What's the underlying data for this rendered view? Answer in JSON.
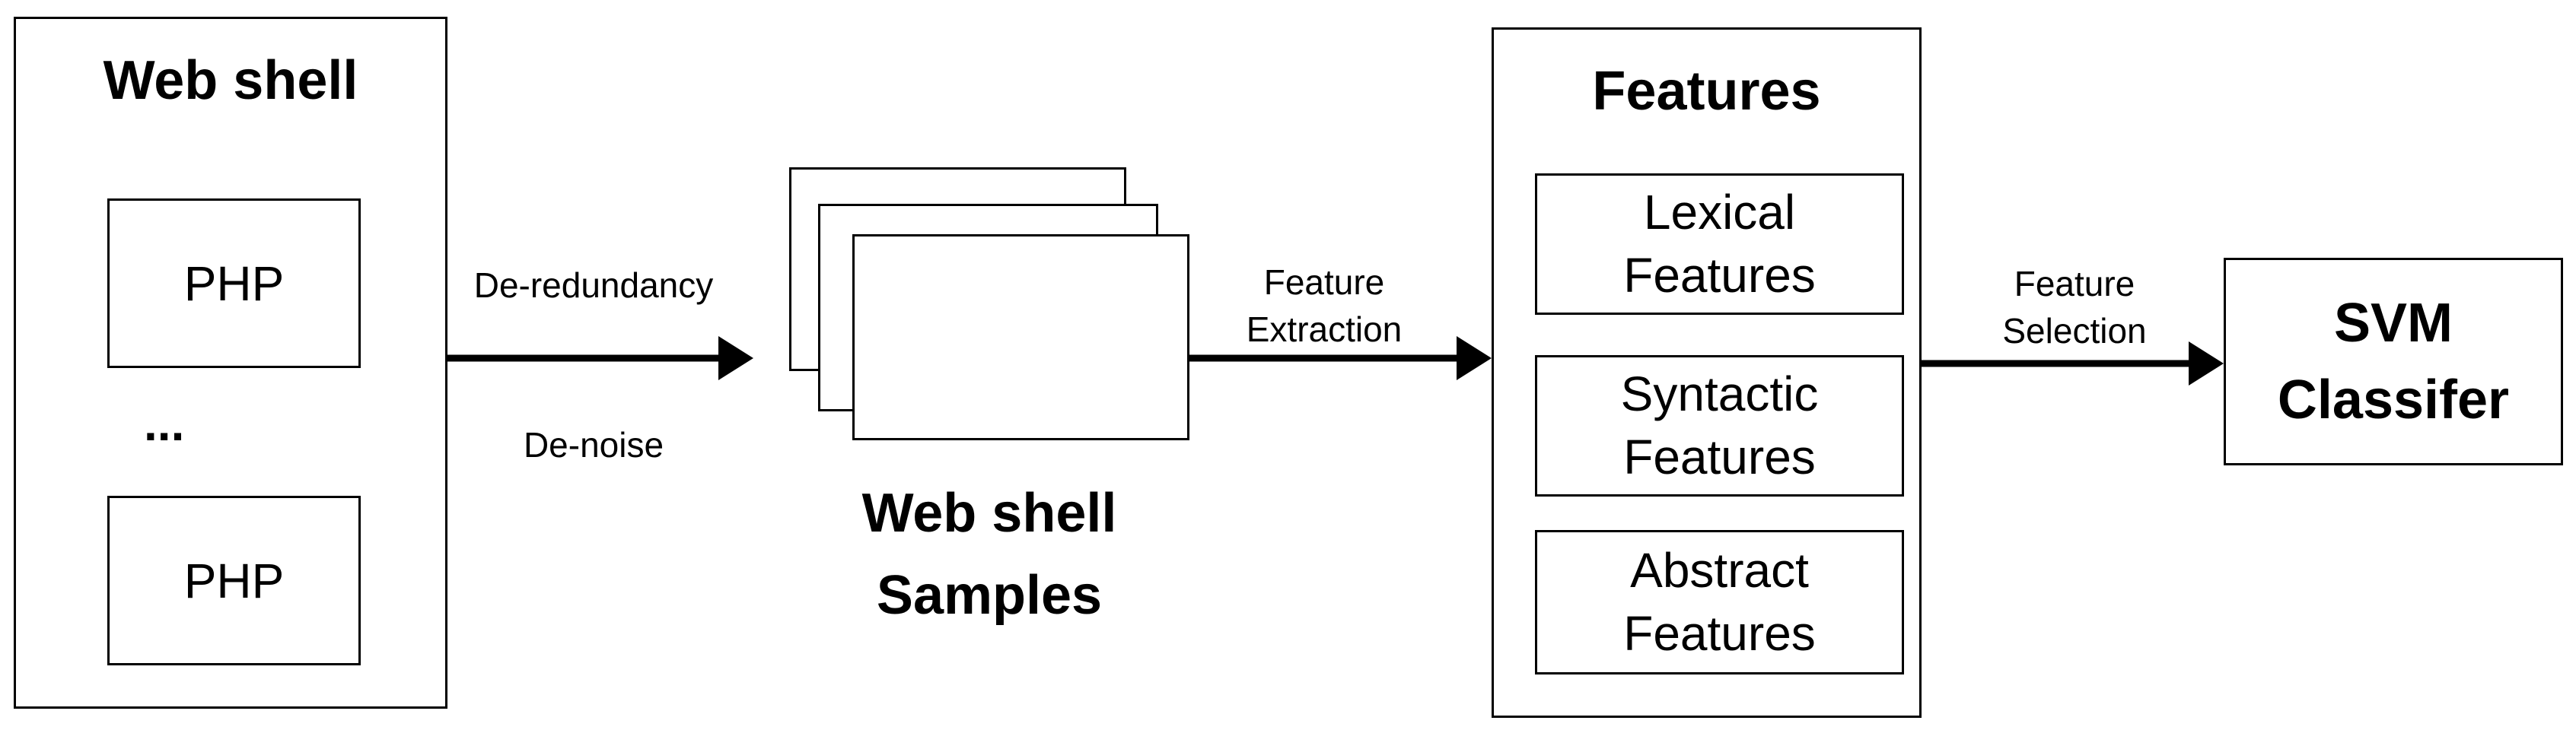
{
  "web_shell": {
    "title": "Web shell",
    "item_top": "PHP",
    "ellipsis": "...",
    "item_bottom": "PHP"
  },
  "arrow_1": {
    "label_above": "De-redundancy",
    "label_below": "De-noise"
  },
  "samples": {
    "title_line1": "Web shell",
    "title_line2": "Samples"
  },
  "arrow_2": {
    "label_line1": "Feature",
    "label_line2": "Extraction"
  },
  "features": {
    "title": "Features",
    "items": [
      {
        "line1": "Lexical",
        "line2": "Features"
      },
      {
        "line1": "Syntactic",
        "line2": "Features"
      },
      {
        "line1": "Abstract",
        "line2": "Features"
      }
    ]
  },
  "arrow_3": {
    "label_line1": "Feature",
    "label_line2": "Selection"
  },
  "classifier": {
    "line1": "SVM",
    "line2": "Classifer"
  }
}
